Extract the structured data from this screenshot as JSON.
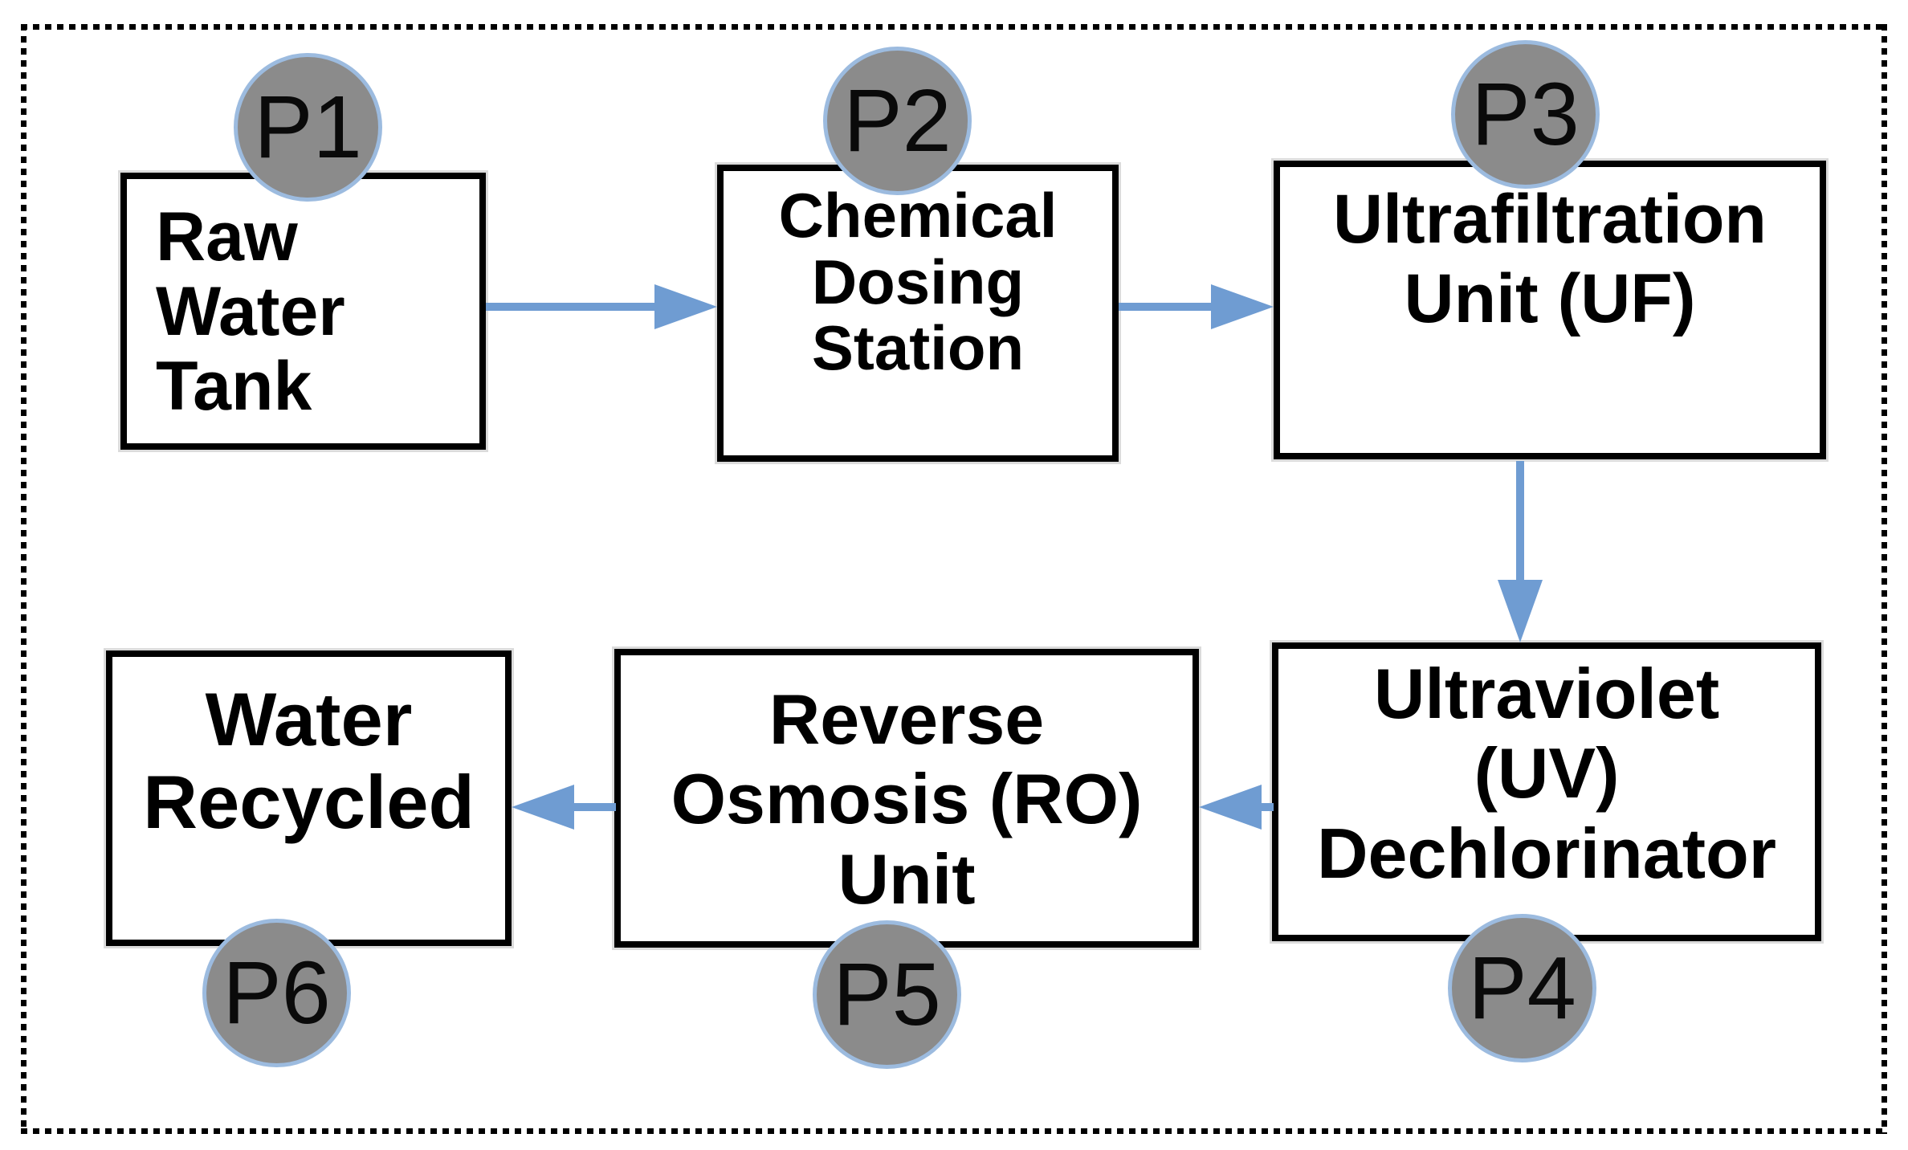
{
  "diagram": {
    "nodes": [
      {
        "badge": "P1",
        "label": "Raw\nWater\nTank"
      },
      {
        "badge": "P2",
        "label": "Chemical\nDosing\nStation"
      },
      {
        "badge": "P3",
        "label": "Ultrafiltration\nUnit (UF)"
      },
      {
        "badge": "P4",
        "label": "Ultraviolet\n(UV)\nDechlorinator"
      },
      {
        "badge": "P5",
        "label": "Reverse\nOsmosis (RO)\nUnit"
      },
      {
        "badge": "P6",
        "label": "Water\nRecycled"
      }
    ],
    "edges": [
      {
        "from": "P1",
        "to": "P2",
        "direction": "right"
      },
      {
        "from": "P2",
        "to": "P3",
        "direction": "right"
      },
      {
        "from": "P3",
        "to": "P4",
        "direction": "down"
      },
      {
        "from": "P4",
        "to": "P5",
        "direction": "left"
      },
      {
        "from": "P5",
        "to": "P6",
        "direction": "left"
      }
    ],
    "colors": {
      "arrow": "#6f9cd2",
      "badge_fill": "#8b8b8b",
      "badge_ring": "#9cbbdf",
      "box_border": "#000000",
      "frame_dots": "#000000"
    }
  }
}
